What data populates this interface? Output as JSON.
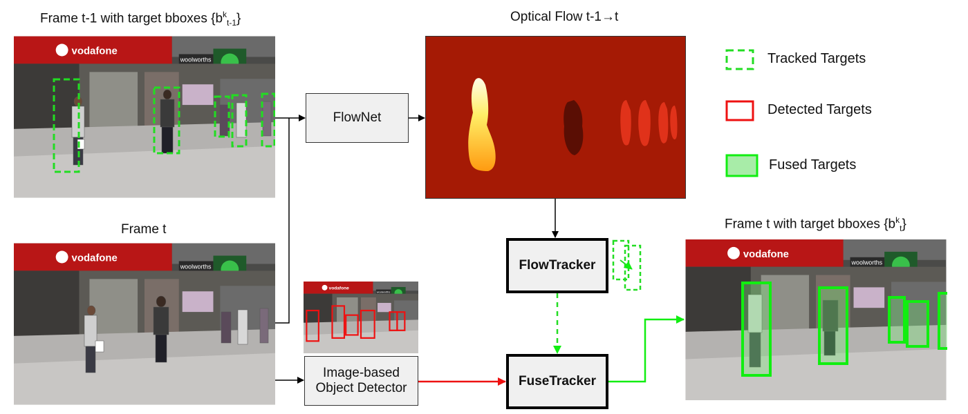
{
  "captions": {
    "frame_prev_prefix": "Frame t-1 with target bboxes {b",
    "frame_prev_sup": "k",
    "frame_prev_sub": "t-1",
    "frame_prev_suffix": "}",
    "frame_t": "Frame t",
    "optical_flow": "Optical Flow t-1→t",
    "frame_out_prefix": "Frame t with target bboxes {b",
    "frame_out_sup": "k",
    "frame_out_sub": "t",
    "frame_out_suffix": "}"
  },
  "boxes": {
    "flownet": "FlowNet",
    "flowtracker": "FlowTracker",
    "fusetracker": "FuseTracker",
    "detector_line1": "Image-based",
    "detector_line2": "Object Detector"
  },
  "photo_text": {
    "store_brand": "vodafone",
    "store_sign": "woolworths"
  },
  "legend": {
    "tracked": "Tracked Targets",
    "detected": "Detected Targets",
    "fused": "Fused Targets"
  },
  "colors": {
    "tracked": "#22dd22",
    "detected": "#ee1111",
    "fused": "#11ee11",
    "flow_background": "#a51a05"
  }
}
